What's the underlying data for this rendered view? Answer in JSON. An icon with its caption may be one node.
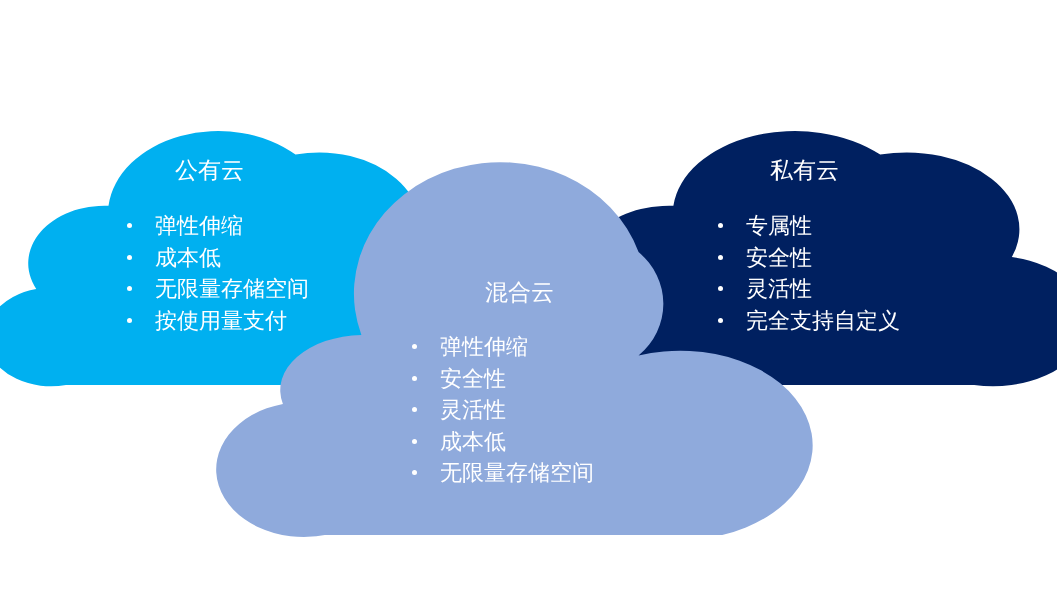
{
  "diagram": {
    "nodes": [
      {
        "text": [
          "公有云",
          "弹性伸缩",
          "成本低",
          "无限量存储空间",
          "按使用量支付"
        ]
      },
      {
        "text": [
          "私有云",
          "专属性",
          "安全性",
          "灵活性",
          "完全支持自定义"
        ]
      },
      {
        "text": [
          "混合云",
          "弹性伸缩",
          "安全性",
          "灵活性",
          "成本低",
          "无限量存储空间"
        ]
      }
    ]
  }
}
